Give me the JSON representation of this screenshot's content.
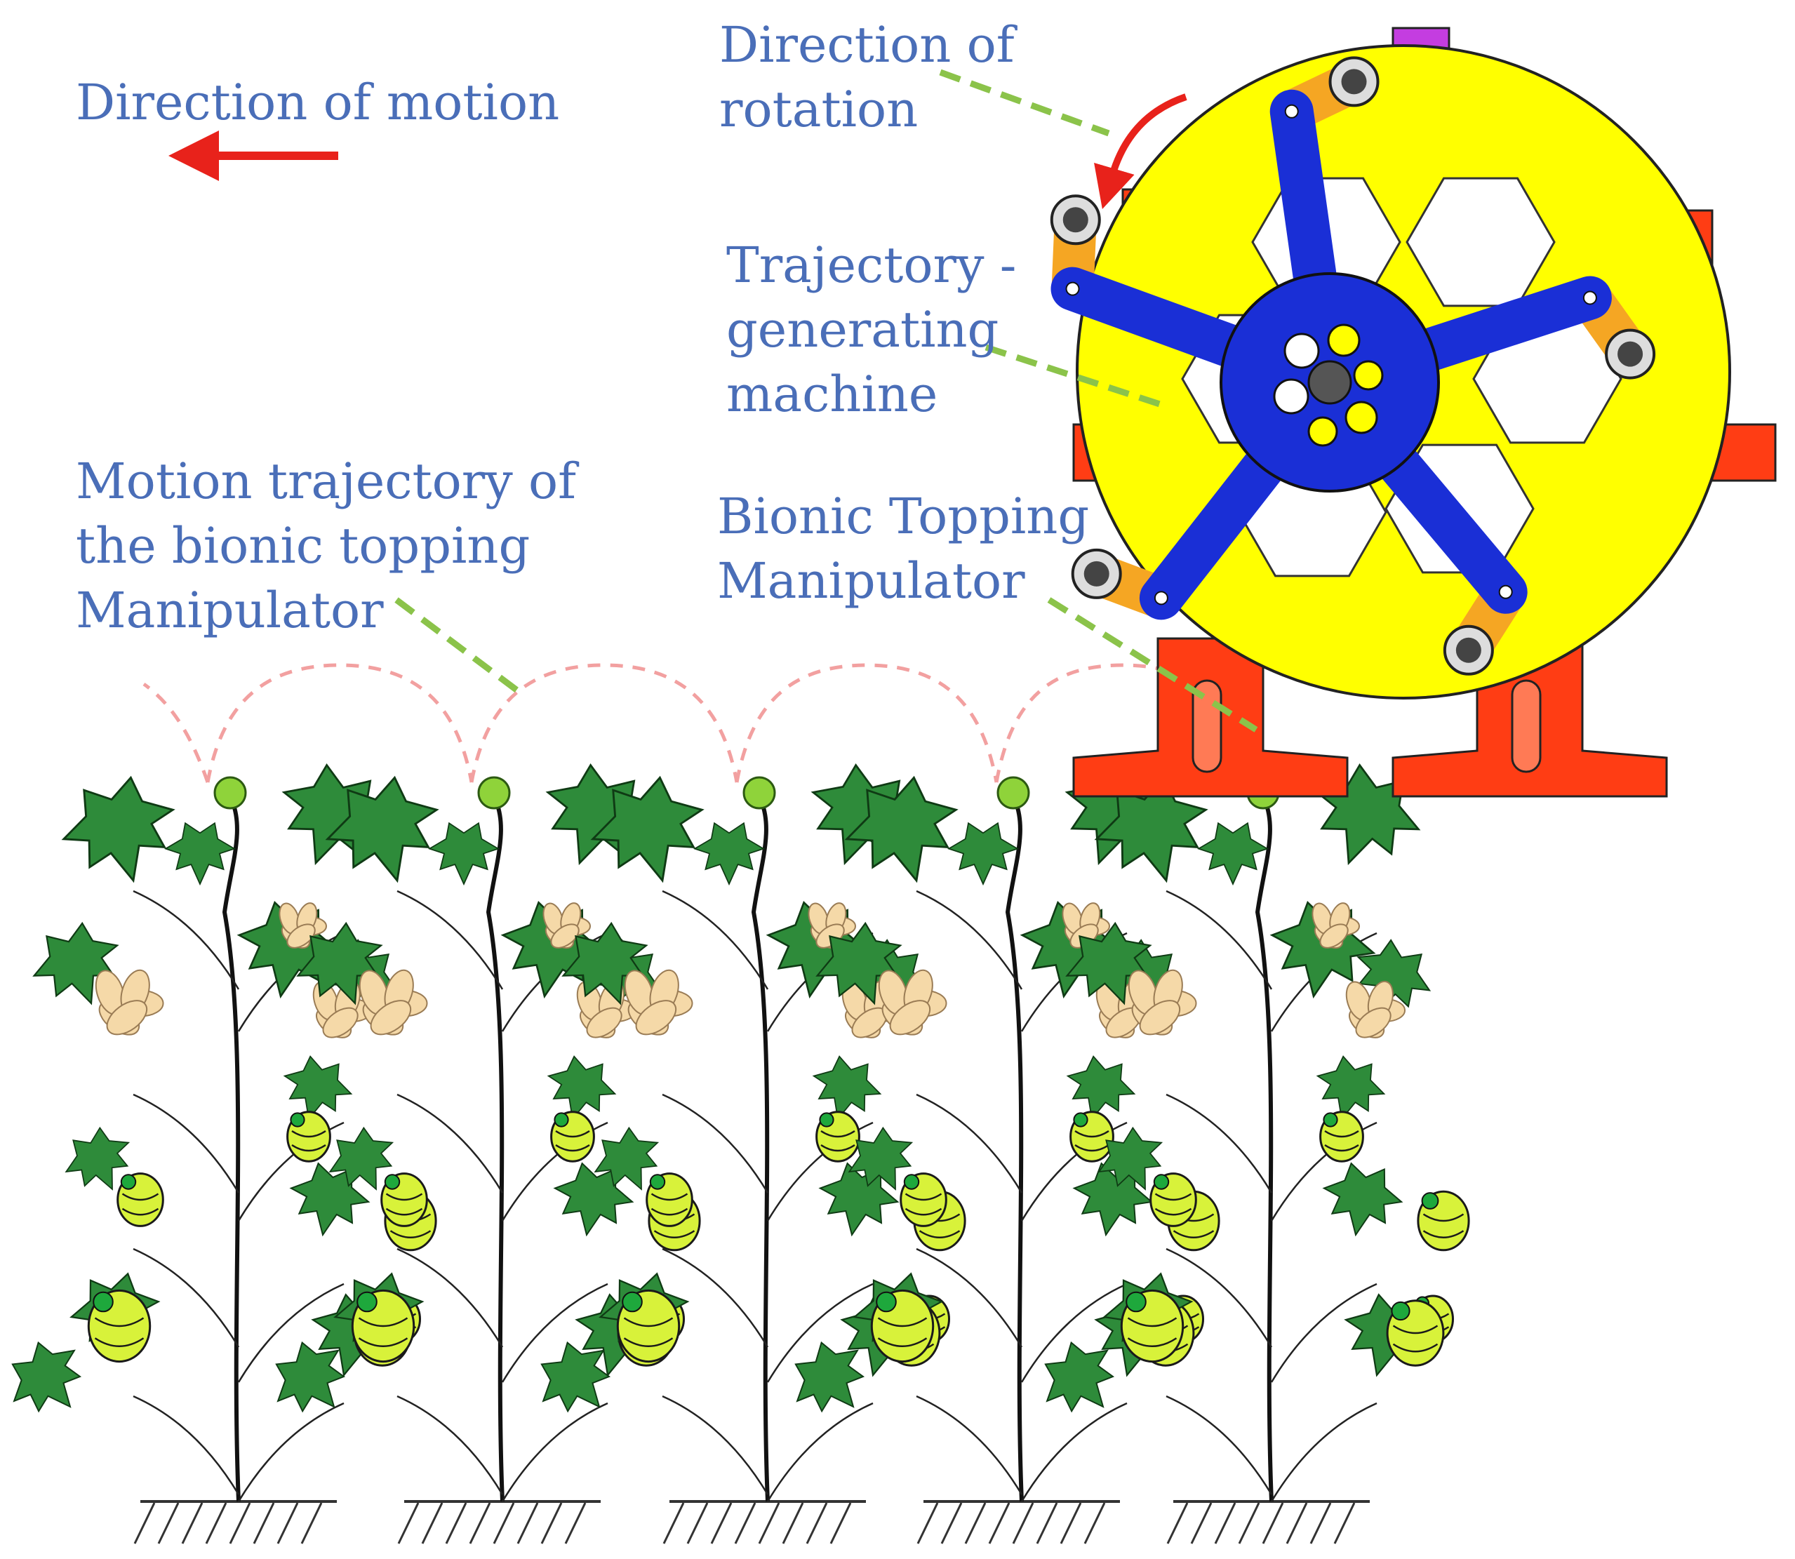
{
  "labels": {
    "direction_motion": "Direction of motion",
    "direction_rotation": [
      "Direction of",
      "rotation"
    ],
    "trajectory_machine": [
      "Trajectory -",
      "generating",
      "machine"
    ],
    "motion_trajectory": [
      "Motion trajectory of",
      "the bionic topping",
      "Manipulator"
    ],
    "bionic_manipulator": [
      "Bionic Topping",
      "Manipulator"
    ]
  },
  "colors": {
    "label_text": "#4a6eb8",
    "arrow": "#e8221b",
    "leader": "#8bc34a",
    "trajectory": "#f2a0a0",
    "wheel": "#ffff00",
    "hub_spokes": "#1a2fd6",
    "bracket": "#ff3d14",
    "arm": "#f5a623",
    "cap": "#c43de0",
    "leaf": "#2e8b3a",
    "boll": "#d8f23a",
    "flower": "#f5d9a8",
    "ground": "#333333"
  },
  "scene": {
    "plant_count": 5,
    "spoke_count": 5,
    "motion_direction": "left",
    "rotation_direction": "counterclockwise"
  }
}
